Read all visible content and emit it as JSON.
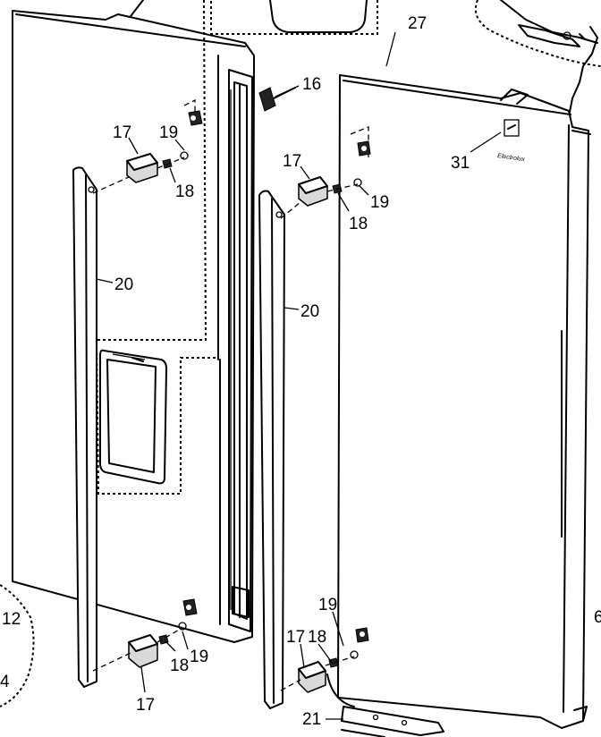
{
  "diagram": {
    "type": "exploded-parts-diagram",
    "subject": "refrigerator doors with handles and mounting hardware",
    "callouts": [
      {
        "key": "c12",
        "label": "12"
      },
      {
        "key": "c14",
        "label": "4"
      },
      {
        "key": "c16",
        "label": "16"
      },
      {
        "key": "c17a",
        "label": "17"
      },
      {
        "key": "c17b",
        "label": "17"
      },
      {
        "key": "c17c",
        "label": "17"
      },
      {
        "key": "c17d",
        "label": "17"
      },
      {
        "key": "c18a",
        "label": "18"
      },
      {
        "key": "c18b",
        "label": "18"
      },
      {
        "key": "c18c",
        "label": "18"
      },
      {
        "key": "c18d",
        "label": "18"
      },
      {
        "key": "c19a",
        "label": "19"
      },
      {
        "key": "c19b",
        "label": "19"
      },
      {
        "key": "c19c",
        "label": "19"
      },
      {
        "key": "c19d",
        "label": "19"
      },
      {
        "key": "c20a",
        "label": "20"
      },
      {
        "key": "c20b",
        "label": "20"
      },
      {
        "key": "c21",
        "label": "21"
      },
      {
        "key": "c27",
        "label": "27"
      },
      {
        "key": "c31",
        "label": "31"
      },
      {
        "key": "c6",
        "label": "6"
      }
    ],
    "logo_text": "Electrolux"
  }
}
